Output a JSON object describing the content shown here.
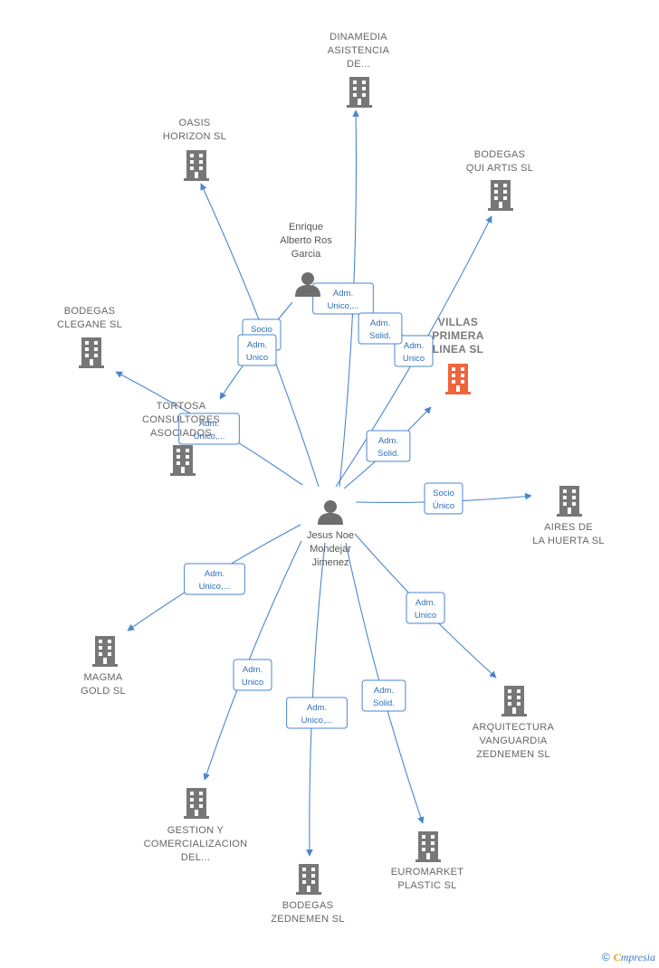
{
  "colors": {
    "edge": "#4a86d0",
    "building": "#777777",
    "focus_building": "#f0643c",
    "person": "#6e6e6e"
  },
  "people": [
    {
      "id": "jesus",
      "label": [
        "Jesus Noe",
        "Mondejar",
        "Jimenez"
      ],
      "icon": "person-icon"
    },
    {
      "id": "enrique",
      "label": [
        "Enrique",
        "Alberto Ros",
        "Garcia"
      ],
      "icon": "person-icon"
    }
  ],
  "companies": [
    {
      "id": "dinamedia",
      "label": [
        "DINAMEDIA",
        "ASISTENCIA",
        "DE..."
      ]
    },
    {
      "id": "oasis",
      "label": [
        "OASIS",
        "HORIZON  SL"
      ]
    },
    {
      "id": "quiartis",
      "label": [
        "BODEGAS",
        "QUI ARTIS  SL"
      ]
    },
    {
      "id": "villas",
      "label": [
        "VILLAS",
        "PRIMERA",
        "LINEA  SL"
      ],
      "focus": true
    },
    {
      "id": "cleg",
      "label": [
        "BODEGAS",
        "CLEGANE  SL"
      ]
    },
    {
      "id": "tortosa",
      "label": [
        "TORTOSA",
        "CONSULTORES",
        "ASOCIADOS"
      ]
    },
    {
      "id": "aires",
      "label": [
        "AIRES DE",
        "LA HUERTA  SL"
      ]
    },
    {
      "id": "magma",
      "label": [
        "MAGMA",
        "GOLD  SL"
      ]
    },
    {
      "id": "arq",
      "label": [
        "ARQUITECTURA",
        "VANGUARDIA",
        "ZEDNEMEN  SL"
      ]
    },
    {
      "id": "gestion",
      "label": [
        "GESTION Y",
        "COMERCIALIZACION",
        "DEL..."
      ]
    },
    {
      "id": "euro",
      "label": [
        "EUROMARKET",
        "PLASTIC  SL"
      ]
    },
    {
      "id": "zednemen",
      "label": [
        "BODEGAS",
        "ZEDNEMEN  SL"
      ]
    }
  ],
  "relations": [
    {
      "from": "jesus",
      "to": "dinamedia",
      "badge": [
        "Adm.",
        "Unico,..."
      ]
    },
    {
      "from": "jesus",
      "to": "oasis",
      "badge": [
        "Socio",
        "Único"
      ]
    },
    {
      "from": "jesus",
      "to": "quiartis",
      "badge": [
        "Adm.",
        "Unico"
      ]
    },
    {
      "from": "jesus",
      "to": "villas",
      "badge": [
        "Adm.",
        "Solid."
      ]
    },
    {
      "from": "jesus",
      "to": "cleg",
      "badge": [
        "Adm.",
        "Unico,..."
      ]
    },
    {
      "from": "jesus",
      "to": "aires",
      "badge": [
        "Socio",
        "Único"
      ]
    },
    {
      "from": "jesus",
      "to": "magma",
      "badge": [
        "Adm.",
        "Unico,..."
      ]
    },
    {
      "from": "jesus",
      "to": "arq",
      "badge": [
        "Adm.",
        "Unico"
      ]
    },
    {
      "from": "jesus",
      "to": "gestion",
      "badge": [
        "Adm.",
        "Unico"
      ]
    },
    {
      "from": "jesus",
      "to": "zednemen",
      "badge": [
        "Adm.",
        "Unico,..."
      ]
    },
    {
      "from": "jesus",
      "to": "euro",
      "badge": [
        "Adm.",
        "Solid."
      ]
    },
    {
      "from": "enrique",
      "to": "villas",
      "badge": [
        "Adm.",
        "Solid."
      ]
    },
    {
      "from": "enrique",
      "to": "tortosa",
      "badge": [
        "Adm.",
        "Unico"
      ]
    }
  ],
  "footer": {
    "copyright": "©",
    "brand_initial": "C",
    "brand_rest": "mpresia"
  }
}
